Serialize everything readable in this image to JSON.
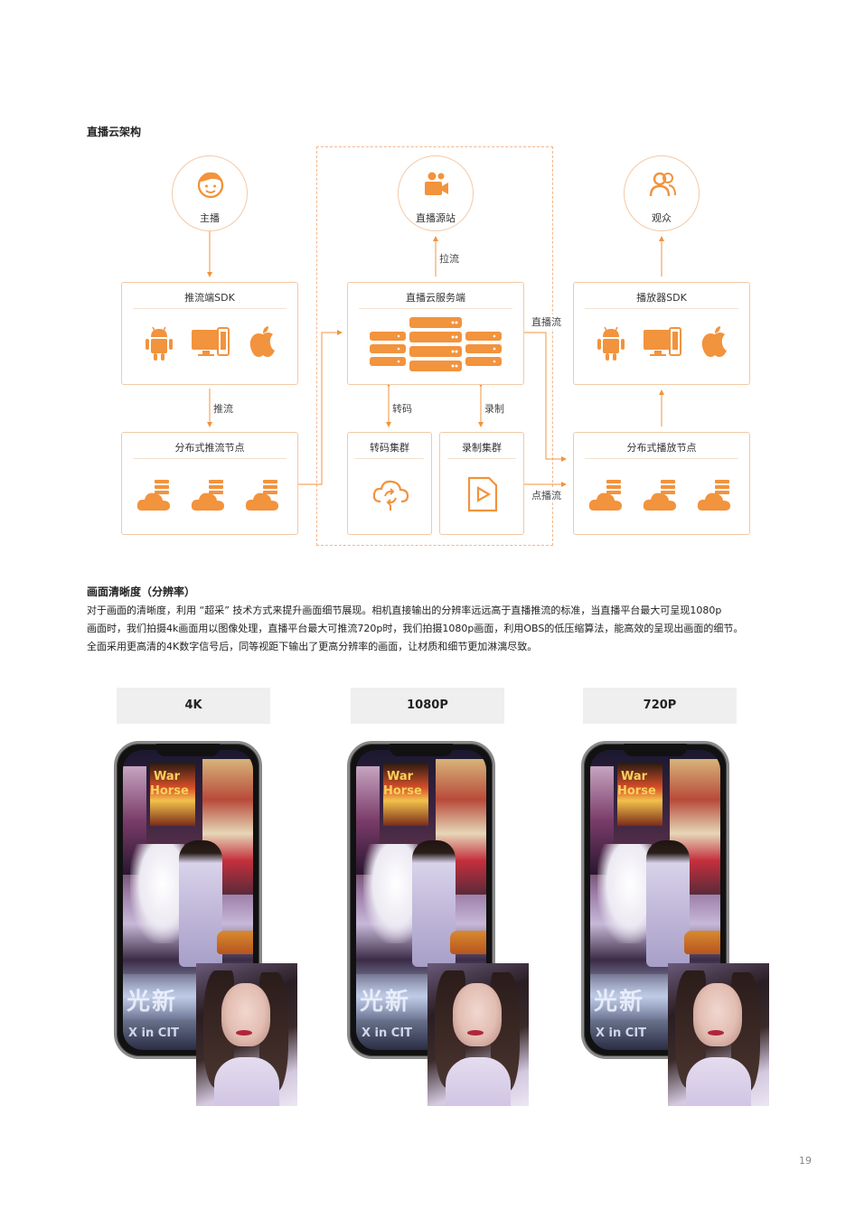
{
  "section1": {
    "title": "直播云架构"
  },
  "diagram": {
    "anchor_label": "主播",
    "source_label": "直播源站",
    "audience_label": "观众",
    "push_sdk_title": "推流端SDK",
    "server_title": "直播云服务端",
    "player_sdk_title": "播放器SDK",
    "push_nodes_title": "分布式推流节点",
    "transcode_title": "转码集群",
    "record_title": "录制集群",
    "play_nodes_title": "分布式播放节点",
    "pull_label": "拉流",
    "push_label": "推流",
    "transcode_label": "转码",
    "record_label": "录制",
    "live_stream_label": "直播流",
    "vod_stream_label": "点播流",
    "accent_color": "#f2933d"
  },
  "section2": {
    "title": "画面清晰度（分辨率）",
    "line1": "对于画面的清晰度，利用 “超采” 技术方式来提升画面细节展现。相机直接输出的分辨率远远高于直播推流的标准，当直播平台最大可呈现1080p",
    "line2": "画面时，我们拍摄4k画面用以图像处理，直播平台最大可推流720p时，我们拍摄1080p画面，利用OBS的低压缩算法，能高效的呈现出画面的细节。",
    "line3": "全面采用更高清的4K数字信号后，同等视距下输出了更高分辨率的画面，让材质和细节更加淋漓尽致。"
  },
  "resolutions": [
    {
      "label": "4K"
    },
    {
      "label": "1080P"
    },
    {
      "label": "720P"
    }
  ],
  "phone_photo": {
    "poster_text_1": "War",
    "poster_text_2": "Horse",
    "neon_text": "光新",
    "neon_sub": "X in CIT"
  },
  "page": {
    "number": "19"
  }
}
